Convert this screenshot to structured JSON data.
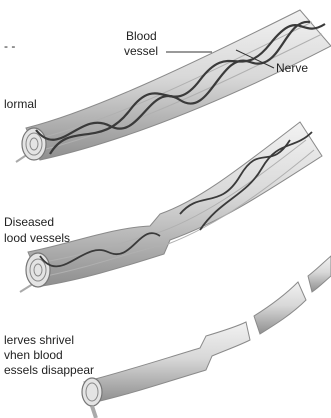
{
  "labels": {
    "blood_vessel": [
      "Blood",
      "vessel"
    ],
    "nerve": "Nerve",
    "stage1": [
      "lormal"
    ],
    "stage2": [
      "Diseased",
      "lood vessels"
    ],
    "stage3": [
      "lerves shrivel",
      "vhen blood",
      "essels disappear"
    ],
    "corner_mark": "- -"
  },
  "colors": {
    "nerve_fill": "#d6d6d6",
    "nerve_shade": "#9c9c9c",
    "vessel_stroke": "#3a3a3a",
    "text": "#222222"
  }
}
